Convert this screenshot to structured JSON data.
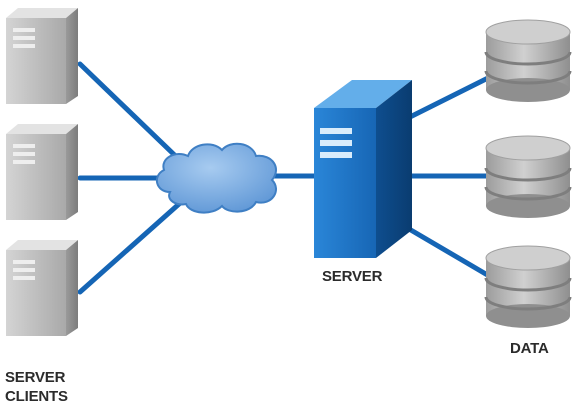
{
  "labels": {
    "server": "SERVER",
    "data": "DATA",
    "clients_line1": "SERVER",
    "clients_line2": "CLIENTS"
  },
  "nodes": {
    "clients": [
      "client-1",
      "client-2",
      "client-3"
    ],
    "network": "cloud",
    "server": "server",
    "databases": [
      "database-1",
      "database-2",
      "database-3"
    ]
  },
  "colors": {
    "link": "#1565b5",
    "server_front": "#1f76c8",
    "server_side": "#0f4f92",
    "server_top": "#5aa6e6",
    "client_front": "#b7b7b7",
    "client_side": "#8e8e8e",
    "cloud": "#7fb0e3",
    "cloud_stroke": "#3f7fc4",
    "db_body": "#b8b8b8",
    "db_ring": "#8a8a8a"
  }
}
